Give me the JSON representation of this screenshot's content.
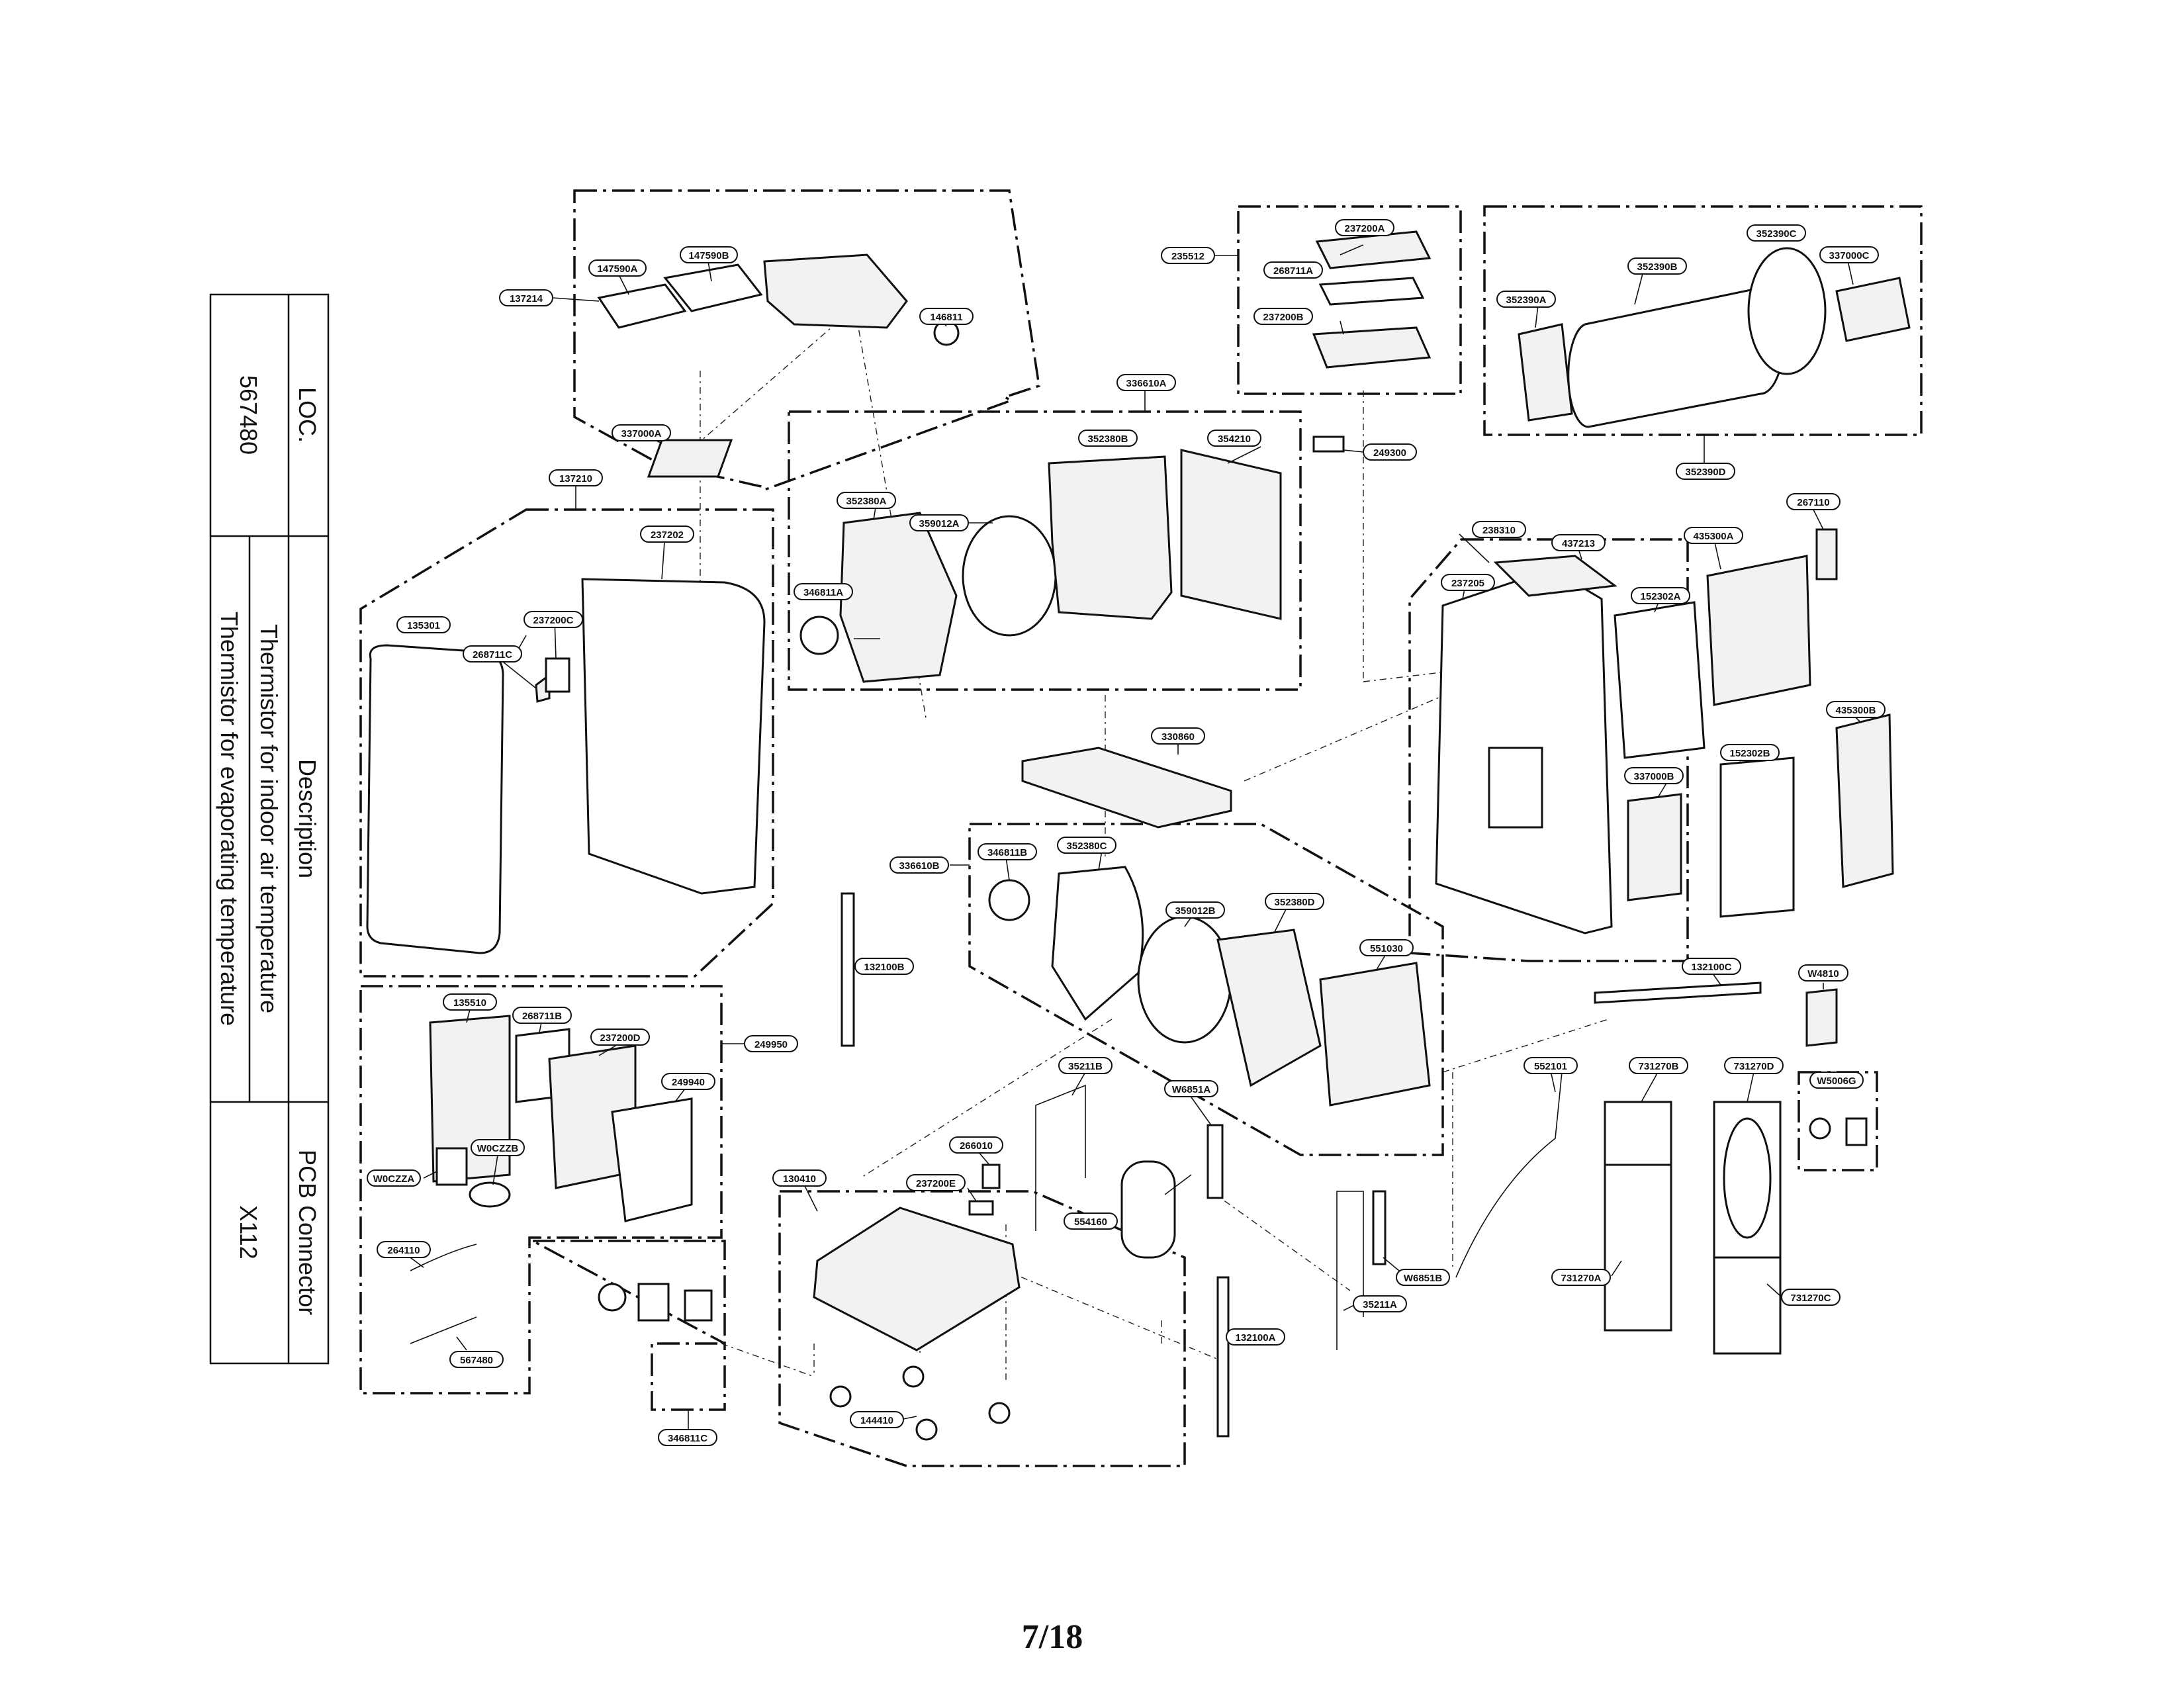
{
  "page_number": "7/18",
  "legend_table": {
    "headers": [
      "LOC.",
      "Description",
      "PCB Connector"
    ],
    "rows": [
      [
        "567480",
        "Thermistor for indoor air temperature",
        "X112"
      ],
      [
        "",
        "Thermistor for evaporating temperature",
        ""
      ]
    ]
  },
  "parts": {
    "p137214": "137214",
    "p147590A": "147590A",
    "p147590B": "147590B",
    "p146811": "146811",
    "p337000A": "337000A",
    "p235512": "235512",
    "p237200A": "237200A",
    "p268711A": "268711A",
    "p237200B": "237200B",
    "p249300": "249300",
    "p352390C": "352390C",
    "p352390B": "352390B",
    "p337000C": "337000C",
    "p352390A": "352390A",
    "p352390D": "352390D",
    "p336610A": "336610A",
    "p352380B": "352380B",
    "p354210": "354210",
    "p352380A": "352380A",
    "p359012A": "359012A",
    "p346811A": "346811A",
    "p137210": "137210",
    "p237202": "237202",
    "p135301": "135301",
    "p237200C": "237200C",
    "p268711C": "268711C",
    "p238310": "238310",
    "p437213": "437213",
    "p237205": "237205",
    "p435300A": "435300A",
    "p267110": "267110",
    "p152302A": "152302A",
    "p435300B": "435300B",
    "p152302B": "152302B",
    "p337000B": "337000B",
    "p330860": "330860",
    "p336610B": "336610B",
    "p346811B": "346811B",
    "p352380C": "352380C",
    "p359012B": "359012B",
    "p352380D": "352380D",
    "p551030": "551030",
    "p132100B": "132100B",
    "p132100C": "132100C",
    "p W4810": "W4810",
    "pW4810": "W4810",
    "p135510": "135510",
    "p268711B": "268711B",
    "p237200D": "237200D",
    "p249940": "249940",
    "p249950": "249950",
    "pW0CZZB": "W0CZZB",
    "pW0CZZA": "W0CZZA",
    "p264110": "264110",
    "p567480": "567480",
    "p346811C": "346811C",
    "p130410": "130410",
    "p266010": "266010",
    "p237200E": "237200E",
    "p144410": "144410",
    "p35211B": "35211B",
    "pW6851A": "W6851A",
    "p554160": "554160",
    "p132100A": "132100A",
    "p35211A": "35211A",
    "pW6851B": "W6851B",
    "p552101": "552101",
    "p731270B": "731270B",
    "p731270D": "731270D",
    "pW5006G": "W5006G",
    "p731270A": "731270A",
    "p731270C": "731270C"
  }
}
